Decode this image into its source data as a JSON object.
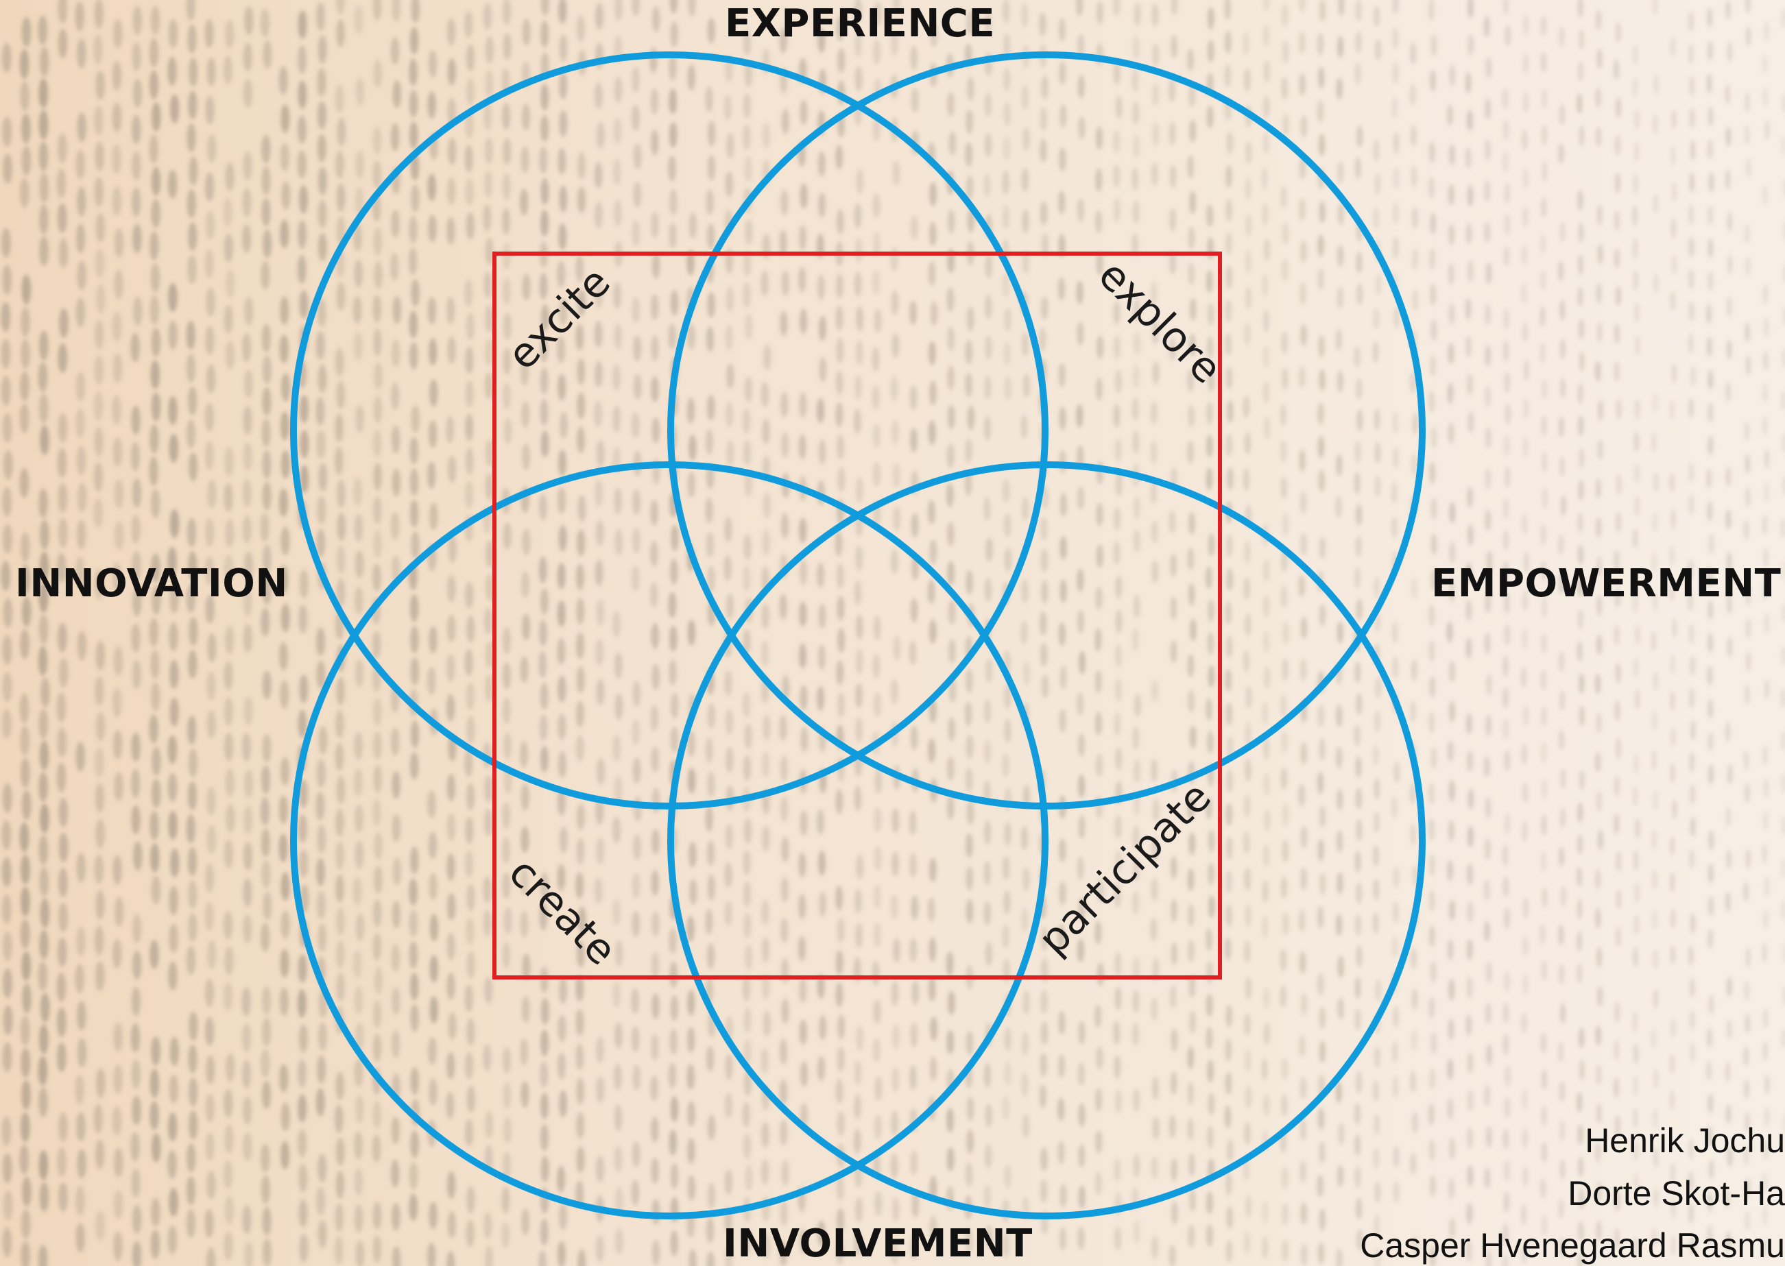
{
  "labels": {
    "top": "EXPERIENCE",
    "left": "INNOVATION",
    "right": "EMPOWERMENT",
    "bottom": "INVOLVEMENT"
  },
  "verbs": {
    "top_left": "excite",
    "top_right": "explore",
    "bottom_left": "create",
    "bottom_right": "participate"
  },
  "credits": [
    "Henrik Jochu",
    "Dorte Skot-Ha",
    "Casper Hvenegaard Rasmu"
  ],
  "colors": {
    "circle_stroke": "#0f9bdc",
    "square_stroke": "#e02020",
    "background": "#f3e4d2",
    "perforation": "#8f8273"
  }
}
